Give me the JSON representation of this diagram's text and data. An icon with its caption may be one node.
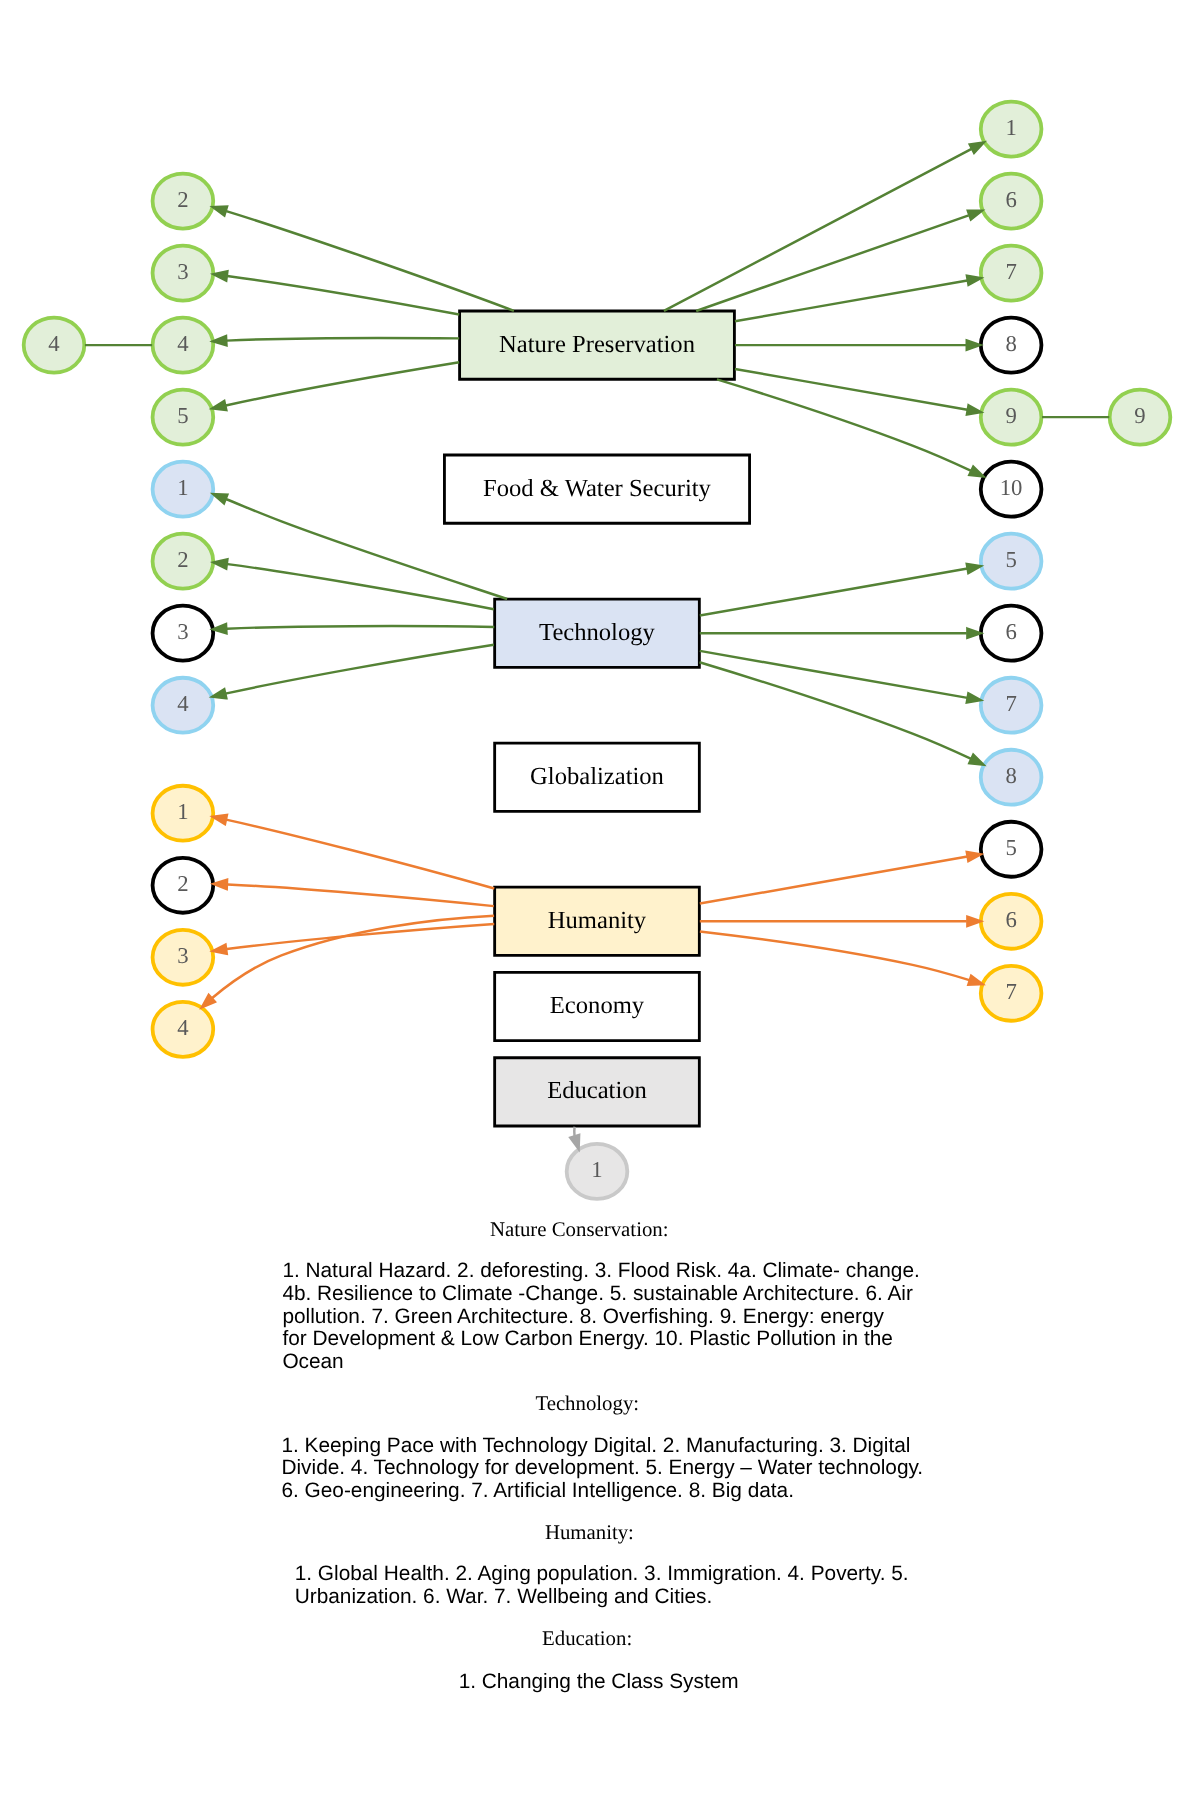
{
  "diagram": {
    "nodes": [
      {
        "text": [
          "Nature Preservation"
        ]
      },
      {
        "text": [
          "Food & Water Security"
        ]
      },
      {
        "text": [
          "Technology"
        ]
      },
      {
        "text": [
          "Globalization"
        ]
      },
      {
        "text": [
          "Humanity"
        ]
      },
      {
        "text": [
          "Economy"
        ]
      },
      {
        "text": [
          "Education"
        ]
      },
      {
        "text": [
          "1"
        ]
      },
      {
        "text": [
          "2"
        ]
      },
      {
        "text": [
          "3"
        ]
      },
      {
        "text": [
          "4"
        ]
      },
      {
        "text": [
          "4"
        ]
      },
      {
        "text": [
          "5"
        ]
      },
      {
        "text": [
          "6"
        ]
      },
      {
        "text": [
          "7"
        ]
      },
      {
        "text": [
          "8"
        ]
      },
      {
        "text": [
          "9"
        ]
      },
      {
        "text": [
          "9"
        ]
      },
      {
        "text": [
          "10"
        ]
      },
      {
        "text": [
          "1"
        ]
      },
      {
        "text": [
          "2"
        ]
      },
      {
        "text": [
          "3"
        ]
      },
      {
        "text": [
          "4"
        ]
      },
      {
        "text": [
          "5"
        ]
      },
      {
        "text": [
          "6"
        ]
      },
      {
        "text": [
          "7"
        ]
      },
      {
        "text": [
          "8"
        ]
      },
      {
        "text": [
          "1"
        ]
      },
      {
        "text": [
          "2"
        ]
      },
      {
        "text": [
          "3"
        ]
      },
      {
        "text": [
          "4"
        ]
      },
      {
        "text": [
          "5"
        ]
      },
      {
        "text": [
          "6"
        ]
      },
      {
        "text": [
          "7"
        ]
      },
      {
        "text": [
          "1"
        ]
      }
    ],
    "edges": [
      {
        "from": 0,
        "to": 7,
        "arrow": "to"
      },
      {
        "from": 0,
        "to": 8,
        "arrow": "to"
      },
      {
        "from": 0,
        "to": 9,
        "arrow": "to"
      },
      {
        "from": 0,
        "to": 11,
        "arrow": "to"
      },
      {
        "from": 10,
        "to": 11,
        "arrow": "none"
      },
      {
        "from": 0,
        "to": 12,
        "arrow": "to"
      },
      {
        "from": 0,
        "to": 13,
        "arrow": "to"
      },
      {
        "from": 0,
        "to": 14,
        "arrow": "to"
      },
      {
        "from": 0,
        "to": 15,
        "arrow": "to"
      },
      {
        "from": 0,
        "to": 16,
        "arrow": "to"
      },
      {
        "from": 16,
        "to": 17,
        "arrow": "none"
      },
      {
        "from": 0,
        "to": 18,
        "arrow": "to"
      },
      {
        "from": 2,
        "to": 19,
        "arrow": "to"
      },
      {
        "from": 2,
        "to": 20,
        "arrow": "to"
      },
      {
        "from": 2,
        "to": 21,
        "arrow": "to"
      },
      {
        "from": 2,
        "to": 22,
        "arrow": "to"
      },
      {
        "from": 2,
        "to": 23,
        "arrow": "to"
      },
      {
        "from": 2,
        "to": 24,
        "arrow": "to"
      },
      {
        "from": 2,
        "to": 25,
        "arrow": "to"
      },
      {
        "from": 2,
        "to": 26,
        "arrow": "to"
      },
      {
        "from": 4,
        "to": 27,
        "arrow": "to",
        "color": "#ed7d31"
      },
      {
        "from": 4,
        "to": 28,
        "arrow": "to",
        "color": "#ed7d31"
      },
      {
        "from": 4,
        "to": 29,
        "arrow": "to",
        "color": "#ed7d31"
      },
      {
        "from": 4,
        "to": 30,
        "arrow": "to",
        "color": "#ed7d31"
      },
      {
        "from": 4,
        "to": 31,
        "arrow": "to",
        "color": "#ed7d31"
      },
      {
        "from": 4,
        "to": 32,
        "arrow": "to",
        "color": "#ed7d31"
      },
      {
        "from": 4,
        "to": 33,
        "arrow": "to",
        "color": "#ed7d31"
      },
      {
        "from": 6,
        "to": 34,
        "arrow": "to",
        "color": "#a6a6a6"
      }
    ],
    "labels": [
      "Nature Conservation:",
      "1. Natural Hazard. 2. deforesting. 3. Flood Risk. 4a. Climate- change. 4b. Resilience to Climate -Change. 5. sustainable Architecture. 6. Air pollution. 7. Green Architecture. 8. Overfishing. 9. Energy: energy for Development & Low Carbon Energy. 10. Plastic Pollution in the Ocean",
      "Technology:",
      "1. Keeping Pace with Technology Digital. 2. Manufacturing. 3. Digital Divide. 4. Technology for development. 5. Energy – Water technology. 6. Geo-engineering. 7. Artificial Intelligence. 8. Big data.",
      "Humanity:",
      "1. Global Health. 2. Aging population. 3. Immigration. 4. Poverty. 5. Urbanization. 6. War. 7. Wellbeing and Cities.",
      "Education:",
      "1. Changing the Class System"
    ]
  }
}
